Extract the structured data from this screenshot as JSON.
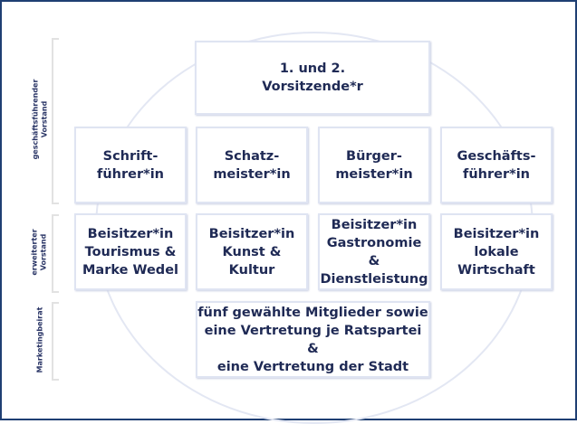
{
  "labels": {
    "executive_board": "geschäftsführender\nVorstand",
    "extended_board": "erweiterter\nVorstand",
    "marketing_council": "Marketingbeirat"
  },
  "chair": "1. und 2.\nVorsitzende*r",
  "executive_roles": [
    "Schrift-\nführer*in",
    "Schatz-\nmeister*in",
    "Bürger-\nmeister*in",
    "Geschäfts-\nführer*in"
  ],
  "assessors": [
    "Beisitzer*in\nTourismus &\nMarke Wedel",
    "Beisitzer*in\nKunst &\nKultur",
    "Beisitzer*in\nGastronomie &\nDienstleistung",
    "Beisitzer*in\nlokale\nWirtschaft"
  ],
  "council": "fünf gewählte Mitglieder sowie\neine Vertretung je Ratspartei &\neine Vertretung der Stadt"
}
